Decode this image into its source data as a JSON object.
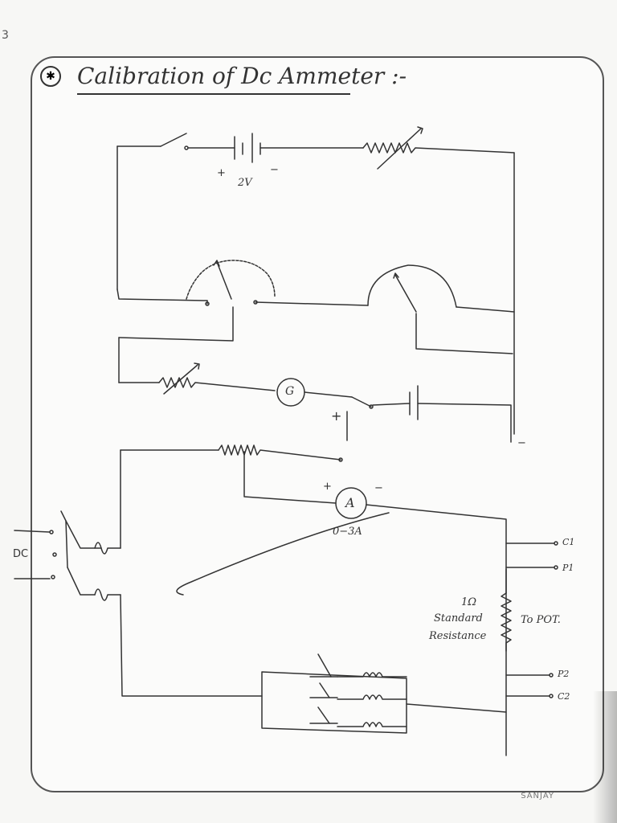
{
  "page_number": "3",
  "title": "Calibration of Dc Ammeter :-",
  "labels": {
    "battery_voltage": "2V",
    "plus": "+",
    "minus": "−",
    "galvanometer": "G",
    "ammeter": "A",
    "ammeter_range": "0−3A",
    "dc_source": "DC",
    "c1": "C1",
    "p1": "P1",
    "p2": "P2",
    "c2": "C2",
    "resistance_value": "1Ω",
    "standard_resistance_line1": "Standard",
    "standard_resistance_line2": "Resistance",
    "to_pot": "To POT."
  },
  "footer": "SANJAY"
}
